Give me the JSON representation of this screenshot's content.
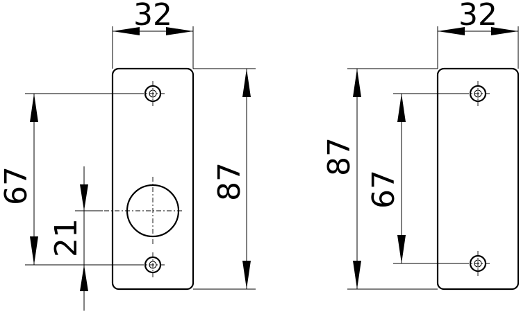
{
  "left_view": {
    "width_label": "32",
    "height_label": "87",
    "hole_spacing_label": "67",
    "center_offset_label": "21"
  },
  "right_view": {
    "width_label": "32",
    "height_label": "87",
    "hole_spacing_label": "67"
  }
}
